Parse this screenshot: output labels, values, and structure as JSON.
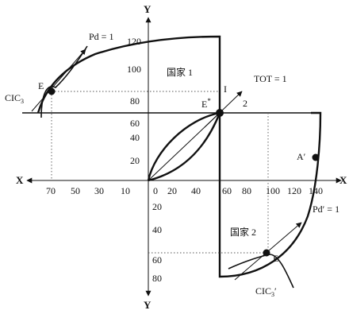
{
  "axes": {
    "x_left": "X",
    "x_right": "X",
    "y_top": "Y",
    "y_bottom": "Y"
  },
  "ticks": {
    "x_left": [
      "70",
      "50",
      "30",
      "10"
    ],
    "x_right": [
      "0",
      "20",
      "40",
      "60",
      "80",
      "100",
      "120",
      "140"
    ],
    "y_up": [
      "20",
      "40",
      "60",
      "80",
      "100",
      "120"
    ],
    "y_down": [
      "20",
      "40",
      "60",
      "80"
    ]
  },
  "labels": {
    "pd": "Pd = 1",
    "cic3": "CIC",
    "cic3_sub": "3",
    "e": "E",
    "country1": "国家 1",
    "i": "I",
    "tot": "TOT = 1",
    "e_star": "E",
    "e_star_mark": "*",
    "two": "2",
    "a_prime": "A′",
    "country2": "国家 2",
    "pd_prime": "Pd′ = 1",
    "e_prime": "E′",
    "cic3_prime": "CIC",
    "cic3_prime_sub": "3",
    "cic3_prime_mark": "′"
  }
}
